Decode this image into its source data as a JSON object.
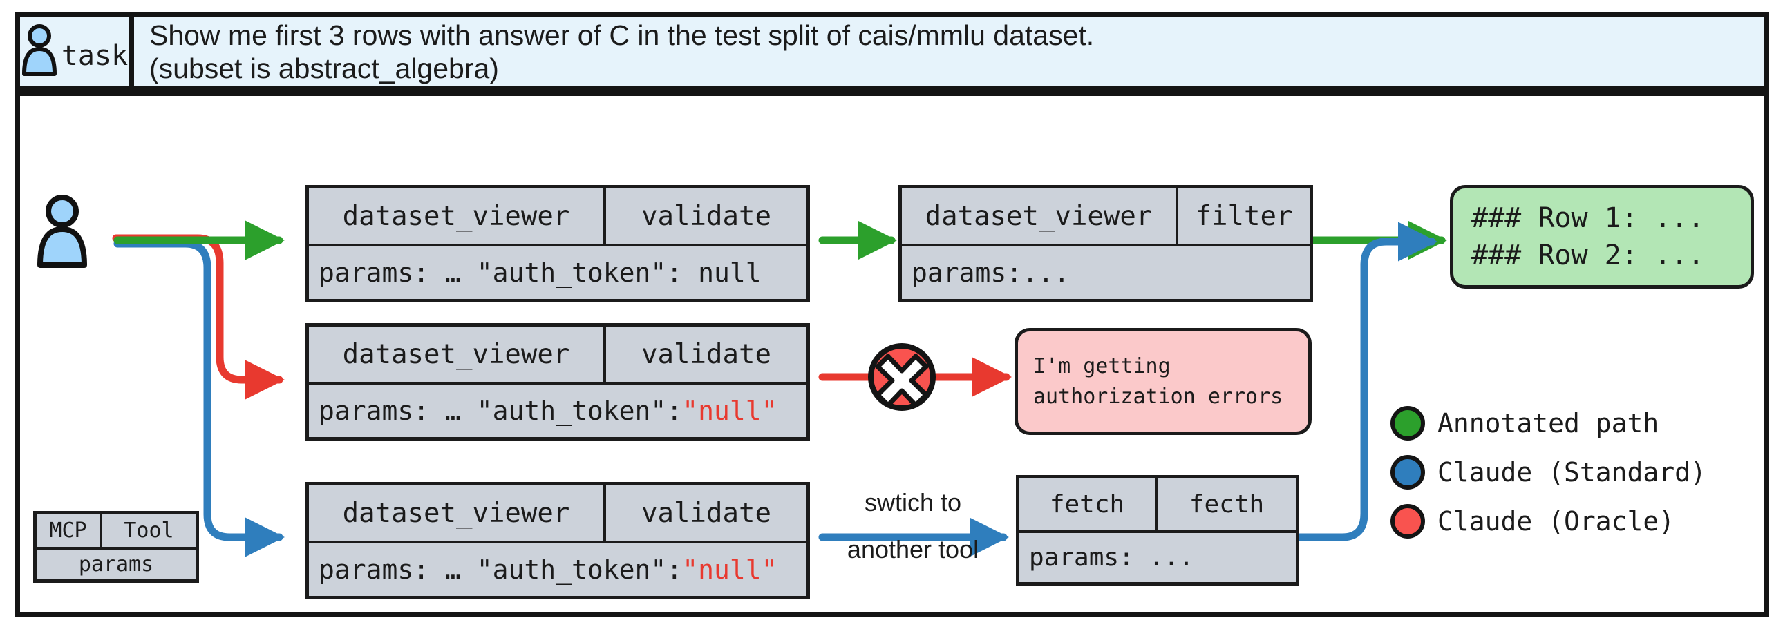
{
  "header": {
    "icon": "person-icon",
    "label": "task",
    "line1": "Show me first 3 rows with answer of C in the test split of cais/mmlu dataset.",
    "line2": "(subset is abstract_algebra)"
  },
  "legend_card": {
    "server": "MCP",
    "op": "Tool",
    "params": "params"
  },
  "flows": {
    "annotated": {
      "color": "#2ca02c",
      "step1": {
        "server": "dataset_viewer",
        "op": "validate",
        "params_prefix": "params: … \"auth_token\": null",
        "params_red": ""
      },
      "step2": {
        "server": "dataset_viewer",
        "op": "filter",
        "params_prefix": "params:...",
        "params_red": ""
      },
      "result_line1": "### Row 1: ...",
      "result_line2": "### Row 2: ..."
    },
    "oracle": {
      "color": "#e8392f",
      "step1": {
        "server": "dataset_viewer",
        "op": "validate",
        "params_prefix": "params: … \"auth_token\":",
        "params_red": "\"null\""
      },
      "error_icon": "error-x-icon",
      "error_line1": "I'm getting",
      "error_line2": "authorization errors"
    },
    "standard": {
      "color": "#2f7ebd",
      "step1": {
        "server": "dataset_viewer",
        "op": "validate",
        "params_prefix": "params: … \"auth_token\":",
        "params_red": "\"null\""
      },
      "switch_line1": "swtich to",
      "switch_line2": "another tool",
      "step2": {
        "server": "fetch",
        "op": "fecth",
        "params_prefix": "params: ...",
        "params_red": ""
      }
    }
  },
  "legend": [
    {
      "color": "#2ca02c",
      "label": "Annotated path"
    },
    {
      "color": "#2f7ebd",
      "label": "Claude (Standard)"
    },
    {
      "color": "#f9534f",
      "label": "Claude (Oracle)"
    }
  ]
}
